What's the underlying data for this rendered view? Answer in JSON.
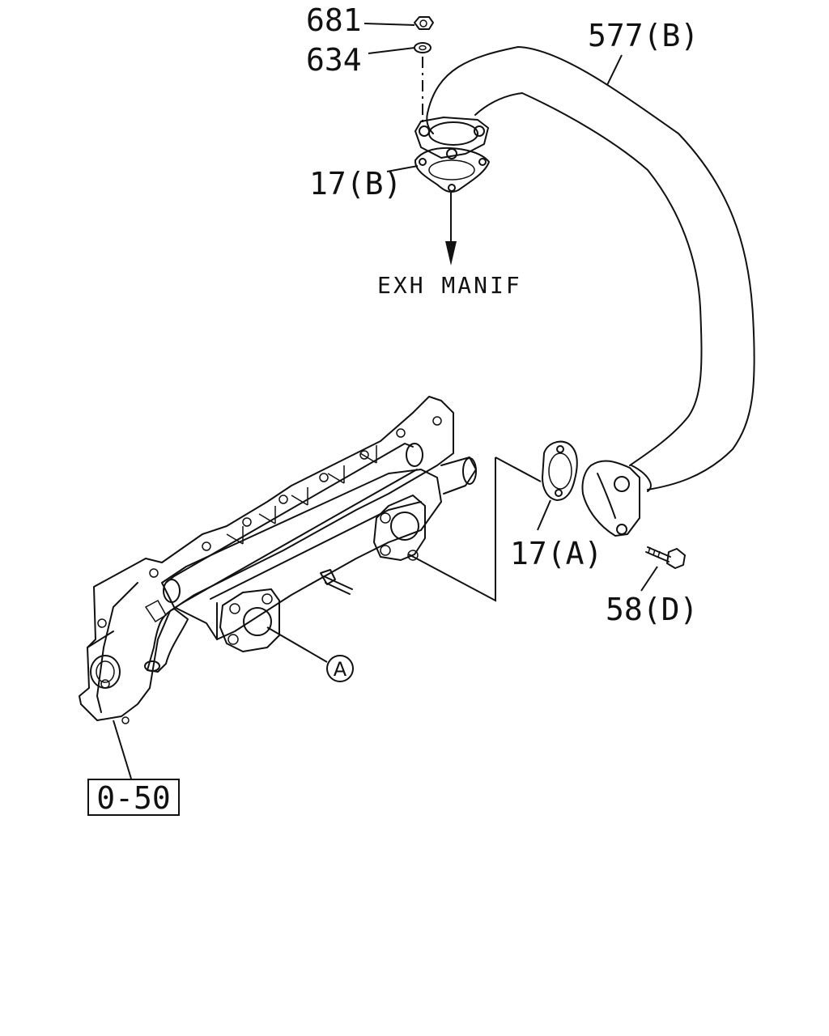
{
  "labels": {
    "nut": "681",
    "washer": "634",
    "pipe": "577(B)",
    "gasket_b": "17(B)",
    "gasket_a": "17(A)",
    "bolt": "58(D)",
    "ref_a": "A",
    "ref_box": "0-50"
  },
  "notes": {
    "direction": "EXH MANIF"
  },
  "icons": {
    "arrow": "arrow-down-icon",
    "ref_marker": "circled-letter-icon"
  }
}
